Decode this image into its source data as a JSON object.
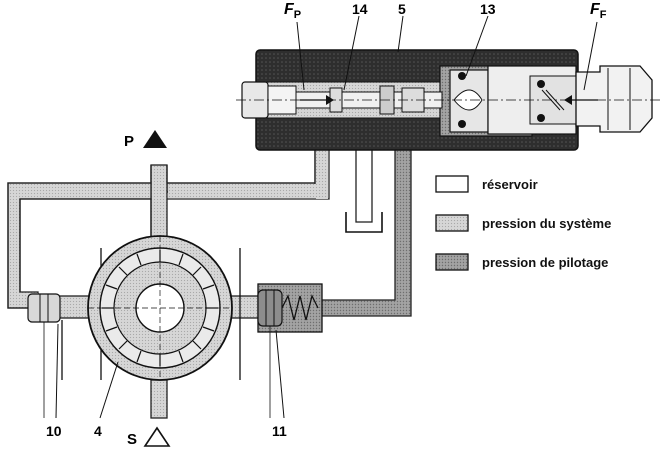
{
  "labels": {
    "fp_main": "F",
    "fp_sub": "P",
    "ff_main": "F",
    "ff_sub": "F",
    "n14": "14",
    "n5": "5",
    "n13": "13",
    "n10": "10",
    "n4": "4",
    "n11": "11",
    "p": "P",
    "s": "S"
  },
  "legend": [
    {
      "label": "réservoir",
      "color": "#ffffff"
    },
    {
      "label": "pression du système",
      "color": "#d2d2d2"
    },
    {
      "label": "pression de pilotage",
      "color": "#9b9b9b"
    }
  ],
  "colors": {
    "system": "#d2d2d2",
    "pilot": "#9b9b9b",
    "body": "#3a3a3a",
    "line": "#111111"
  }
}
